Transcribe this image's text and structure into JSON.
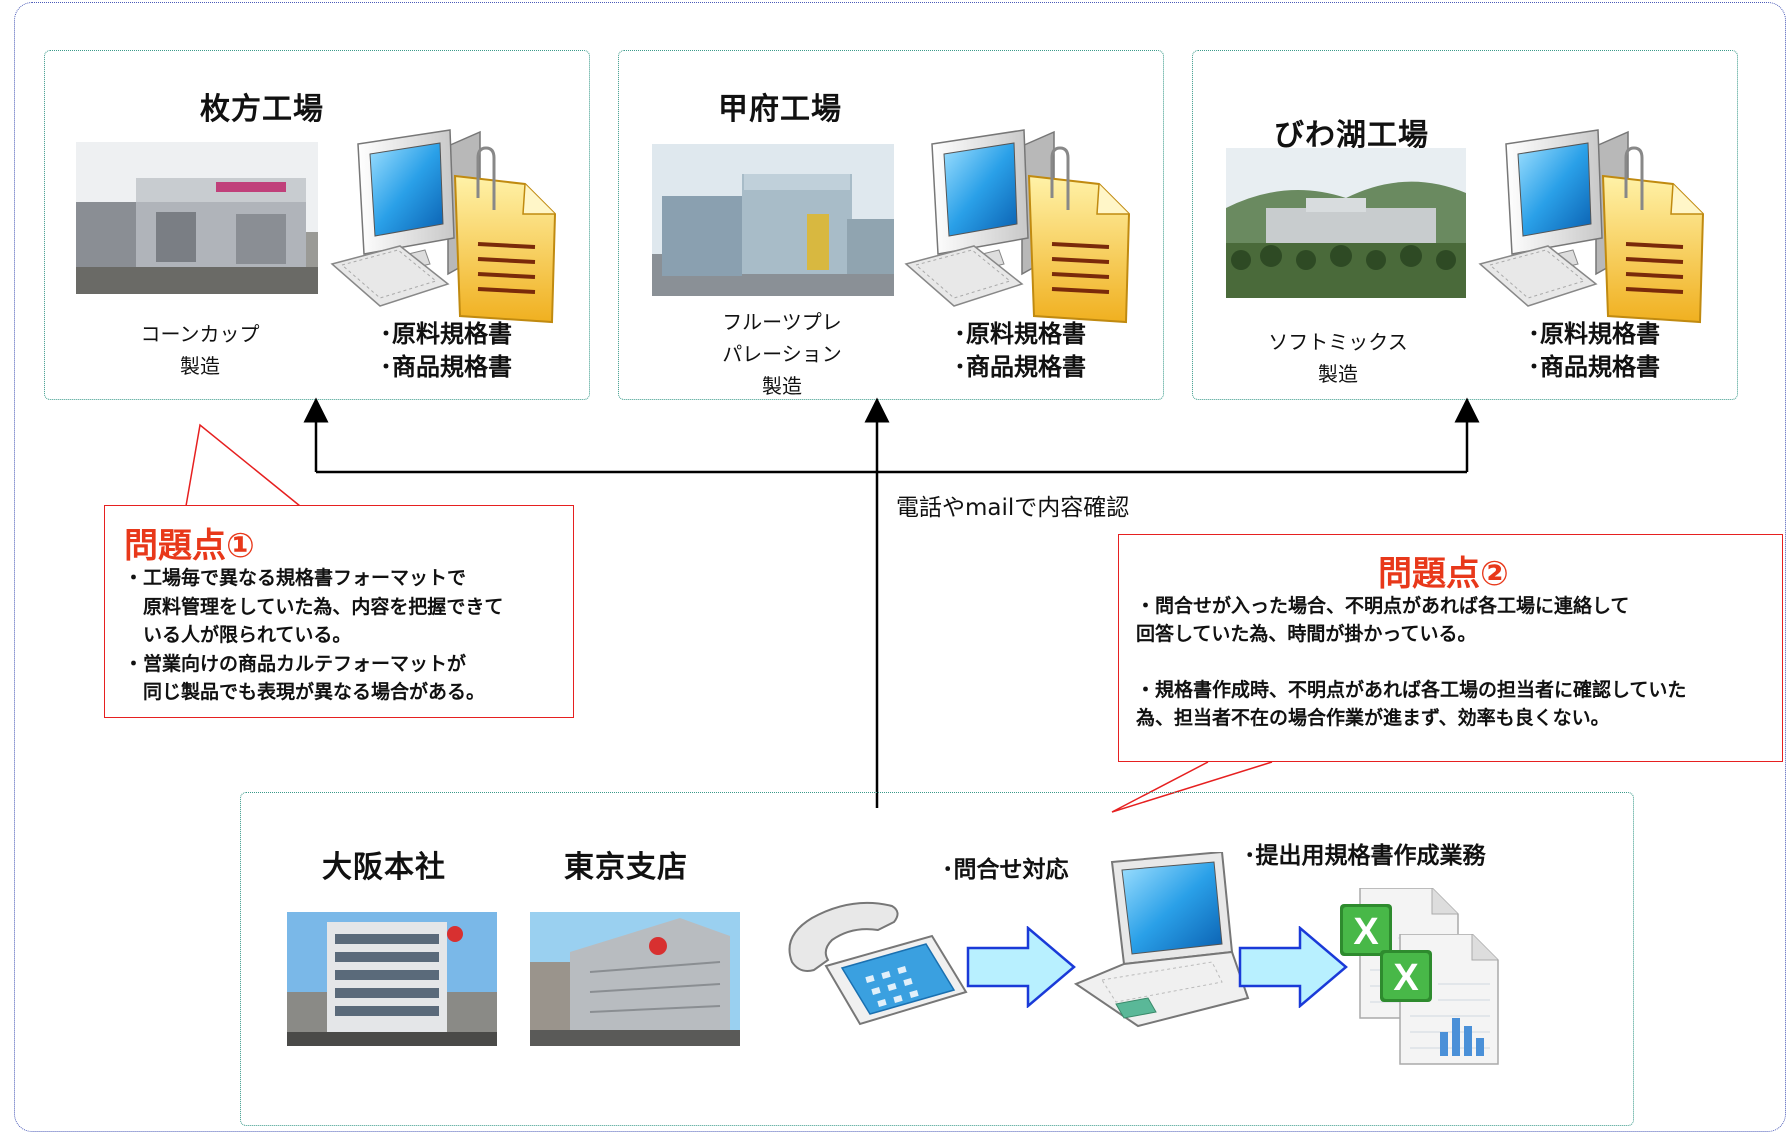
{
  "factories": [
    {
      "title": "枚方工場",
      "product_lines": [
        "コーンカップ",
        "製造"
      ],
      "specs": [
        "･原料規格書",
        "･商品規格書"
      ]
    },
    {
      "title": "甲府工場",
      "product_lines": [
        "フルーツプレ",
        "パレーション",
        "製造"
      ],
      "specs": [
        "･原料規格書",
        "･商品規格書"
      ]
    },
    {
      "title": "びわ湖工場",
      "product_lines": [
        "ソフトミックス",
        "製造"
      ],
      "specs": [
        "･原料規格書",
        "･商品規格書"
      ]
    }
  ],
  "connector_label": "電話やmailで内容確認",
  "problem1": {
    "title": "問題点①",
    "lines": [
      "・工場毎で異なる規格書フォーマットで",
      "　原料管理をしていた為、内容を把握できて",
      "　いる人が限られている。",
      "・営業向けの商品カルテフォーマットが",
      "　同じ製品でも表現が異なる場合がある。"
    ]
  },
  "problem2": {
    "title": "問題点②",
    "lines": [
      "・問合せが入った場合、不明点があれば各工場に連絡して",
      "回答していた為、時間が掛かっている。",
      "",
      "・規格書作成時、不明点があれば各工場の担当者に確認していた",
      "為、担当者不在の場合作業が進まず、効率も良くない。"
    ]
  },
  "hq": {
    "osaka": "大阪本社",
    "tokyo": "東京支店",
    "inquiry": "･問合せ対応",
    "spec_creation": "･提出用規格書作成業務"
  },
  "colors": {
    "accent": "#e8381a",
    "frame": "#4a5ab8",
    "box": "#3a9a8a",
    "arrow_fill": "#b8f0ff",
    "arrow_stroke": "#1a3ad8"
  },
  "icons": [
    "computer-icon",
    "document-icon",
    "telephone-icon",
    "laptop-icon",
    "excel-icon"
  ]
}
